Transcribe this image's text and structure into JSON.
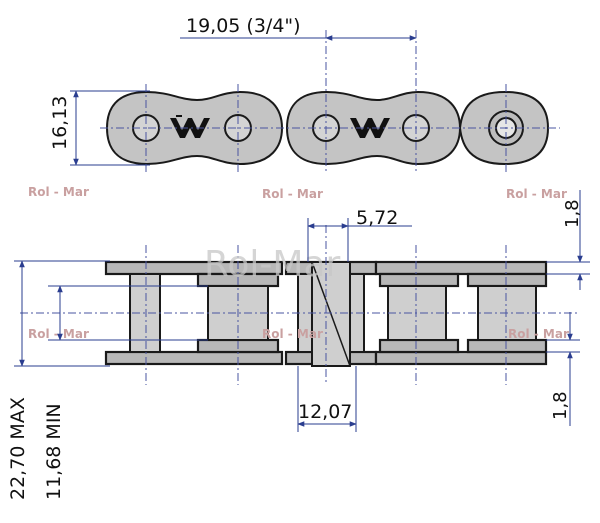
{
  "dimensions": {
    "pitch": "19,05 (3/4\")",
    "plate_height": "16,13",
    "plate_thickness_top": "1,8",
    "plate_thickness_bottom": "1,8",
    "roller_diameter": "12,07",
    "inner_width": "5,72",
    "pin_length_max": "22,70 MAX",
    "inner_width_min": "11,68 MIN"
  },
  "watermarks": {
    "small": "Rol - Mar",
    "large": "Rol-Mar"
  },
  "logo": {
    "text": "W"
  }
}
